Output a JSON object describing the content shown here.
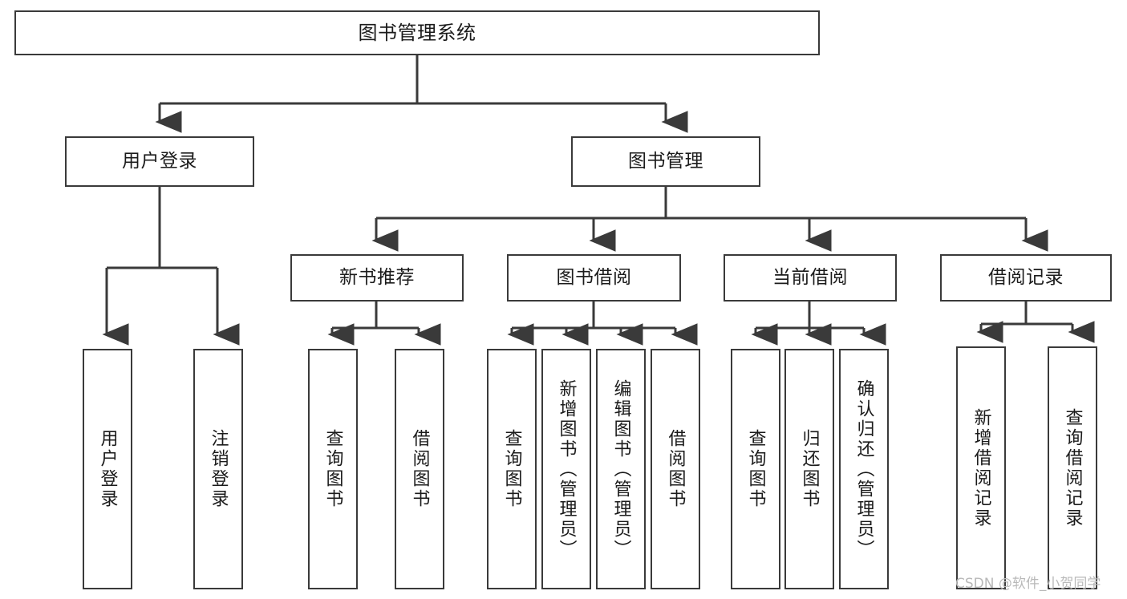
{
  "diagram": {
    "title": "图书管理系统",
    "type": "tree-hierarchy",
    "watermark": "CSDN @软件_小贺同学",
    "colors": {
      "background": "#ffffff",
      "node_border": "#3a3a3a",
      "node_fill": "#ffffff",
      "edge": "#3a3a3a",
      "text": "#1b1b1b",
      "watermark": "#b9b9b9"
    },
    "root": {
      "label": "图书管理系统"
    },
    "level2": [
      {
        "label": "用户登录"
      },
      {
        "label": "图书管理"
      }
    ],
    "level3": [
      {
        "label": "新书推荐"
      },
      {
        "label": "图书借阅"
      },
      {
        "label": "当前借阅"
      },
      {
        "label": "借阅记录"
      }
    ],
    "leaves": {
      "user_login": [
        {
          "label": "用户登录"
        },
        {
          "label": "注销登录"
        }
      ],
      "new_book_recommend": [
        {
          "label": "查询图书"
        },
        {
          "label": "借阅图书"
        }
      ],
      "book_borrow": [
        {
          "label": "查询图书"
        },
        {
          "label": "新增图书（管理员）"
        },
        {
          "label": "编辑图书（管理员）"
        },
        {
          "label": "借阅图书"
        }
      ],
      "current_borrow": [
        {
          "label": "查询图书"
        },
        {
          "label": "归还图书"
        },
        {
          "label": "确认归还（管理员）"
        }
      ],
      "borrow_record": [
        {
          "label": "新增借阅记录"
        },
        {
          "label": "查询借阅记录"
        }
      ]
    }
  }
}
